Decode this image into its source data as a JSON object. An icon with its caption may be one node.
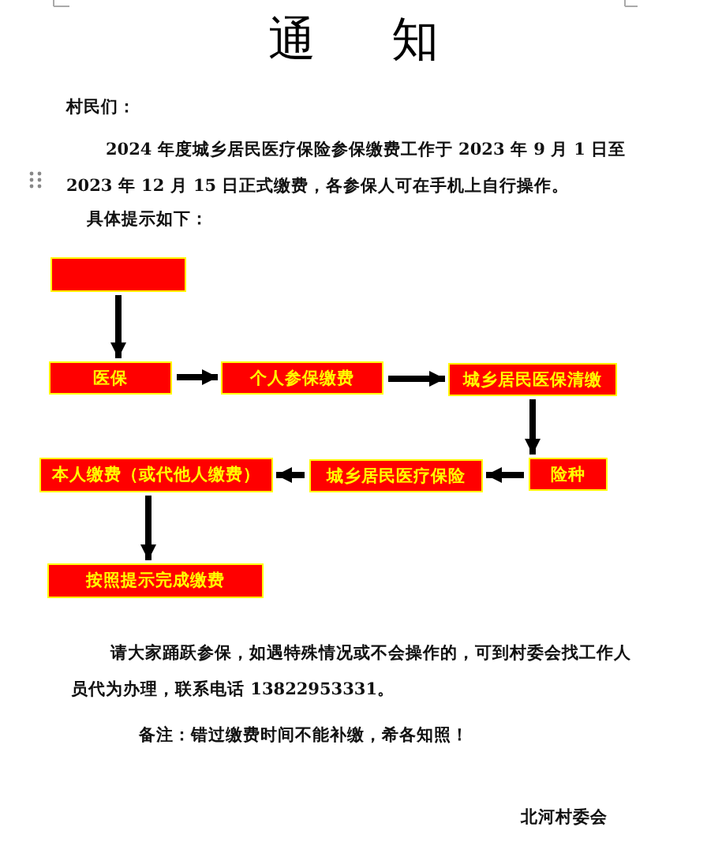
{
  "diagram": {
    "title": "通 知",
    "nodes": [
      {
        "text": [],
        "shape": "box"
      },
      {
        "text": [
          "医保"
        ]
      },
      {
        "text": [
          "个人参保缴费"
        ]
      },
      {
        "text": [
          "城乡居民医保清缴"
        ]
      },
      {
        "text": [
          "险种"
        ]
      },
      {
        "text": [
          "城乡居民医疗保险"
        ]
      },
      {
        "text": [
          "本人缴费（或代他人缴费）"
        ]
      },
      {
        "text": [
          "按照提示完成缴费"
        ]
      }
    ],
    "edges": [
      {
        "from": 0,
        "to": 1,
        "arrow": "to"
      },
      {
        "from": 1,
        "to": 2,
        "arrow": "to"
      },
      {
        "from": 2,
        "to": 3,
        "arrow": "to"
      },
      {
        "from": 3,
        "to": 4,
        "arrow": "to"
      },
      {
        "from": 4,
        "to": 5,
        "arrow": "to"
      },
      {
        "from": 5,
        "to": 6,
        "arrow": "to"
      },
      {
        "from": 6,
        "to": 7,
        "arrow": "to"
      }
    ],
    "labels": [
      "村民们：",
      "2024 年度城乡居民医疗保险参保缴费工作于 2023 年 9 月 1 日至2023 年 12 月 15 日正式缴费，各参保人可在手机上自行操作。",
      "具体提示如下：",
      "请大家踊跃参保，如遇特殊情况或不会操作的，可到村委会找工作人员代为办理，联系电话 13822953331。",
      "备注：错过缴费时间不能补缴，希各知照！",
      "北河村委会"
    ]
  }
}
